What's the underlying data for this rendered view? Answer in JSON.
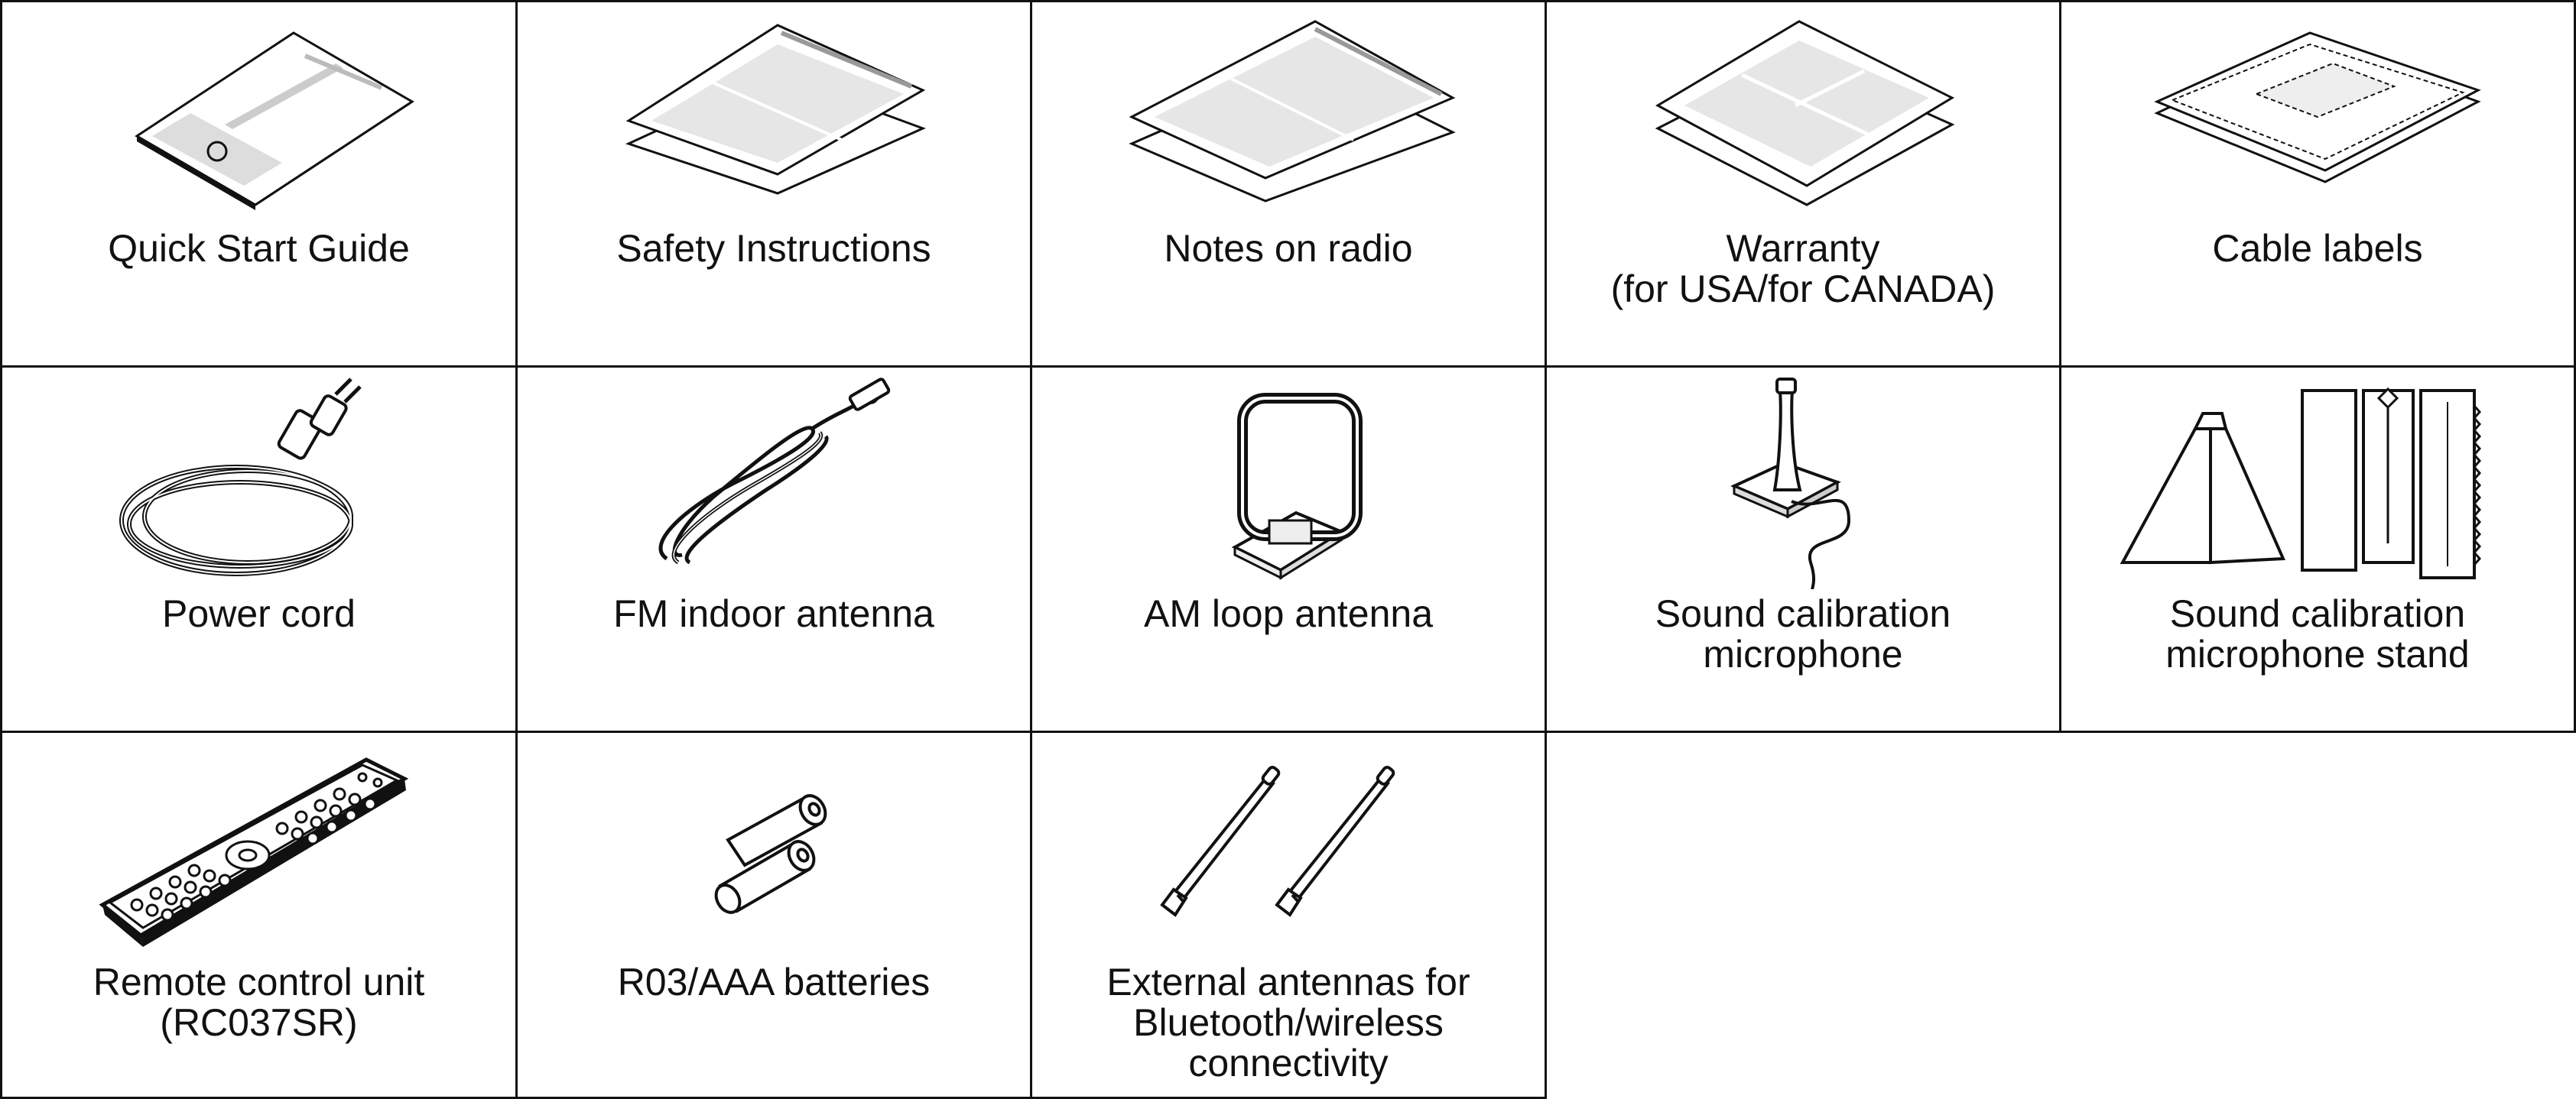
{
  "accessories": [
    {
      "id": "quick-start-guide",
      "label_lines": [
        "Quick Start Guide"
      ],
      "icon": "booklet-icon"
    },
    {
      "id": "safety-instructions",
      "label_lines": [
        "Safety Instructions"
      ],
      "icon": "document-icon"
    },
    {
      "id": "notes-on-radio",
      "label_lines": [
        "Notes on radio"
      ],
      "icon": "document-icon"
    },
    {
      "id": "warranty",
      "label_lines": [
        "Warranty",
        "(for USA/for CANADA)"
      ],
      "icon": "document-icon"
    },
    {
      "id": "cable-labels",
      "label_lines": [
        "Cable labels"
      ],
      "icon": "label-sheet-icon"
    },
    {
      "id": "power-cord",
      "label_lines": [
        "Power cord"
      ],
      "icon": "power-cord-icon"
    },
    {
      "id": "fm-indoor-antenna",
      "label_lines": [
        "FM indoor antenna"
      ],
      "icon": "fm-antenna-icon"
    },
    {
      "id": "am-loop-antenna",
      "label_lines": [
        "AM loop antenna"
      ],
      "icon": "am-loop-antenna-icon"
    },
    {
      "id": "sound-calibration-microphone",
      "label_lines": [
        "Sound calibration",
        "microphone"
      ],
      "icon": "microphone-icon"
    },
    {
      "id": "sound-calibration-microphone-stand",
      "label_lines": [
        "Sound calibration",
        "microphone stand"
      ],
      "icon": "microphone-stand-icon"
    },
    {
      "id": "remote-control-unit",
      "label_lines": [
        "Remote control unit",
        "(RC037SR)"
      ],
      "icon": "remote-control-icon"
    },
    {
      "id": "r03-aaa-batteries",
      "label_lines": [
        "R03/AAA batteries"
      ],
      "icon": "batteries-icon"
    },
    {
      "id": "external-antennas",
      "label_lines": [
        "External antennas for",
        "Bluetooth/wireless",
        "connectivity"
      ],
      "icon": "external-antenna-icon"
    }
  ]
}
